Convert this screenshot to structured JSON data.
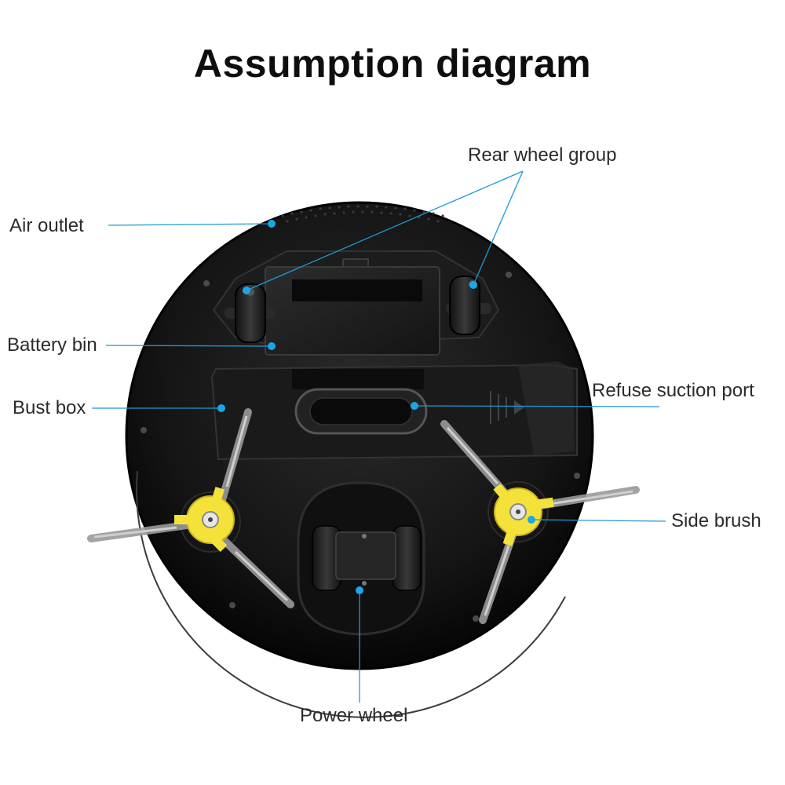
{
  "title": "Assumption diagram",
  "accent_color": "#1a9ad6",
  "labels": {
    "rear_wheel_group": "Rear wheel group",
    "air_outlet": "Air outlet",
    "battery_bin": "Battery bin",
    "bust_box": "Bust box",
    "refuse_suction_port": "Refuse suction port",
    "side_brush": "Side brush",
    "power_wheel": "Power wheel"
  },
  "parts": [
    "robot-vacuum-body",
    "rear-wheel-left",
    "rear-wheel-right",
    "battery-cover",
    "dust-box",
    "suction-port",
    "side-brush-left",
    "side-brush-right",
    "power-wheel"
  ]
}
